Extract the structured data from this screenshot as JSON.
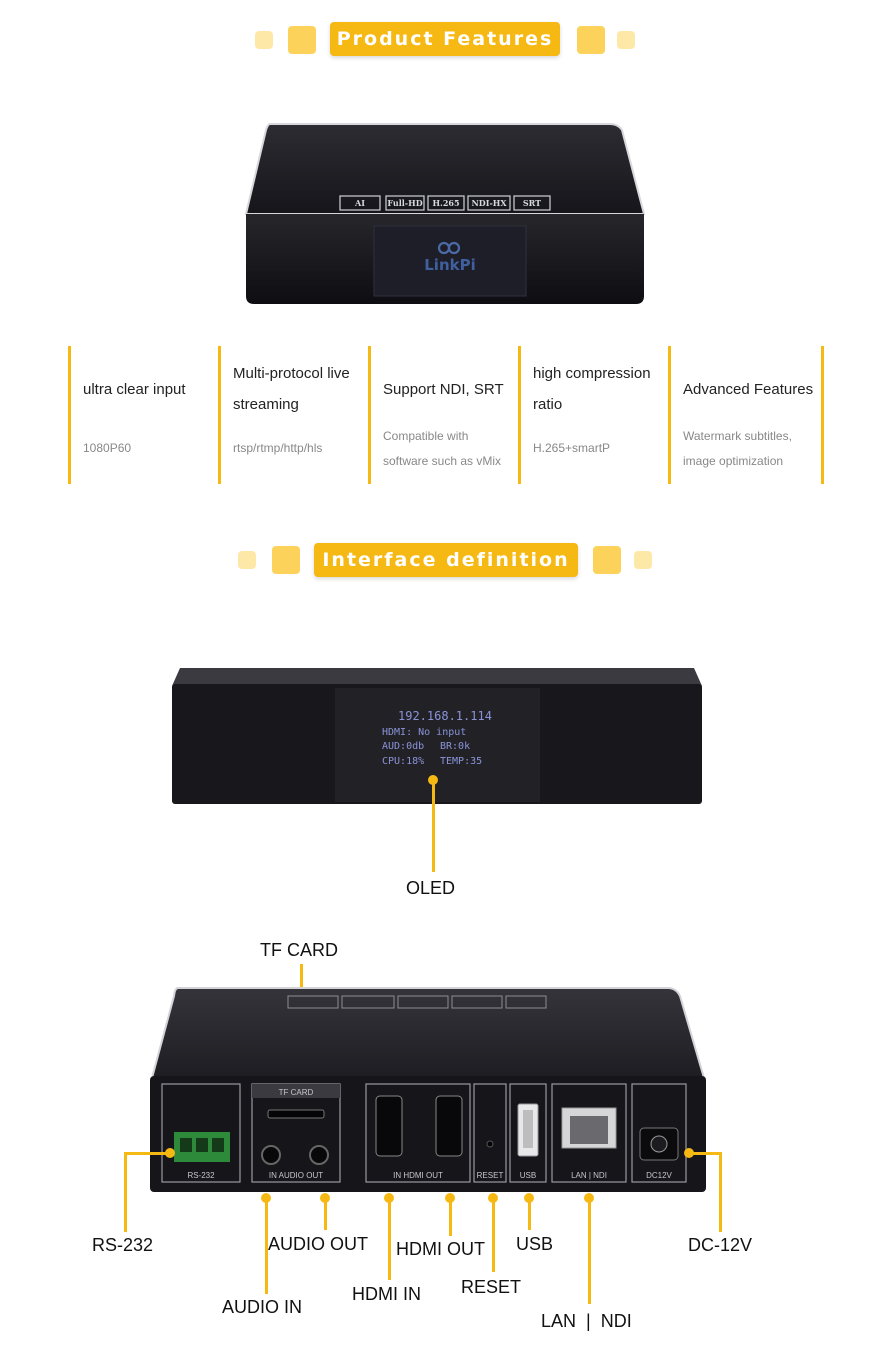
{
  "sections": {
    "features_title": "Product Features",
    "interface_title": "Interface definition"
  },
  "device_top": {
    "badges": [
      "AI",
      "Full-HD",
      "H.265",
      "NDI-HX",
      "SRT"
    ],
    "brand": "LinkPi"
  },
  "features": [
    {
      "title": "ultra clear input",
      "sub": "1080P60"
    },
    {
      "title": "Multi-protocol live streaming",
      "sub": "rtsp/rtmp/http/hls"
    },
    {
      "title": "Support NDI, SRT",
      "sub": "Compatible with software such as vMix"
    },
    {
      "title": "high compression ratio",
      "sub": "H.265+smartP"
    },
    {
      "title": "Advanced Features",
      "sub": "Watermark subtitles, image optimization"
    }
  ],
  "oled": {
    "ip": "192.168.1.114",
    "line1": "HDMI: No input",
    "line2a": "AUD:0db",
    "line2b": "BR:0k",
    "line3a": "CPU:18%",
    "line3b": "TEMP:35",
    "label": "OLED"
  },
  "rear_panel": {
    "tf_card_panel": "TF CARD",
    "rs232_panel": "RS-232",
    "audio_panel": "IN  AUDIO  OUT",
    "hdmi_panel": "IN   HDMI   OUT",
    "reset_panel": "RESET",
    "usb_panel": "USB",
    "lan_panel": "LAN | NDI",
    "dc_panel": "DC12V"
  },
  "callouts": {
    "tf_card": "TF CARD",
    "rs232": "RS-232",
    "audio_out": "AUDIO OUT",
    "hdmi_out": "HDMI OUT",
    "usb": "USB",
    "dc12v": "DC-12V",
    "audio_in": "AUDIO IN",
    "hdmi_in": "HDMI IN",
    "reset": "RESET",
    "lan_ndi": "LAN  |  NDI"
  },
  "colors": {
    "accent": "#f6b914",
    "device": "#1c1c20"
  }
}
